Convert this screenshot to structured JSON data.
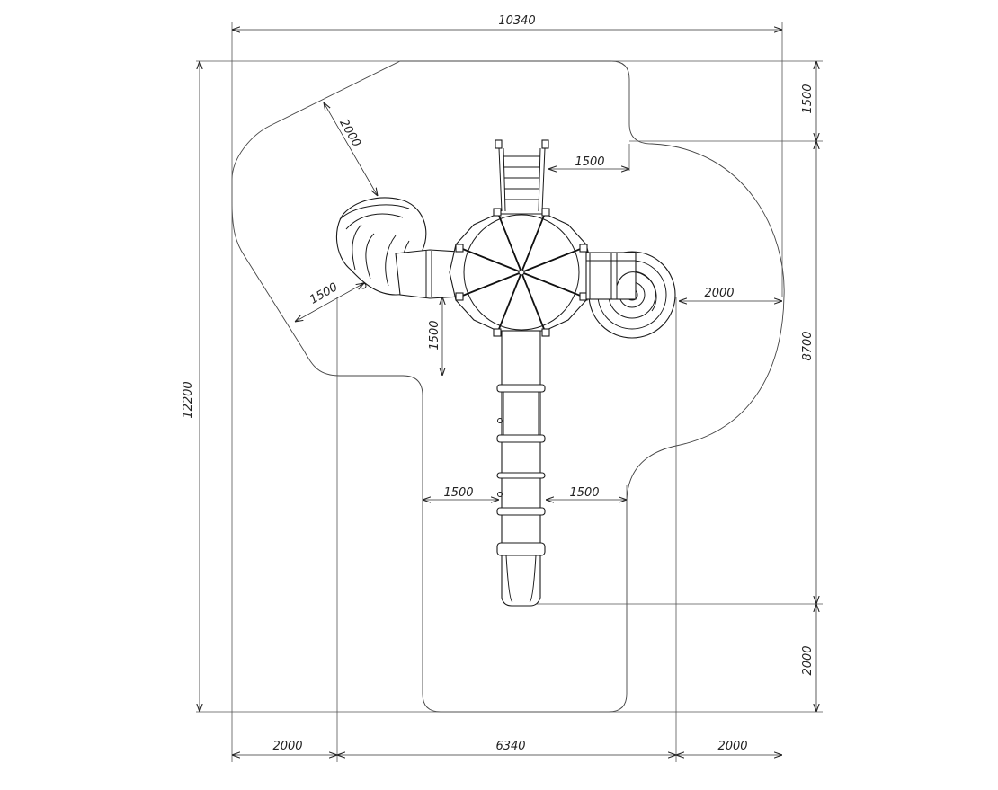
{
  "dimensions": {
    "overall_width": "10340",
    "overall_height": "12200",
    "top_margin": "1500",
    "main_height": "8700",
    "bottom_margin": "2000",
    "left_margin": "2000",
    "center_width": "6340",
    "right_margin": "2000",
    "slide_zone_diag": "2000",
    "ladder_offset": "1500",
    "tube_zone_left": "1500",
    "tube_zone_vertical": "1500",
    "spiral_offset": "2000",
    "chute_left": "1500",
    "chute_right": "1500"
  },
  "colors": {
    "line": "#1a1a1a",
    "dimension": "#333333",
    "background": "#ffffff"
  }
}
